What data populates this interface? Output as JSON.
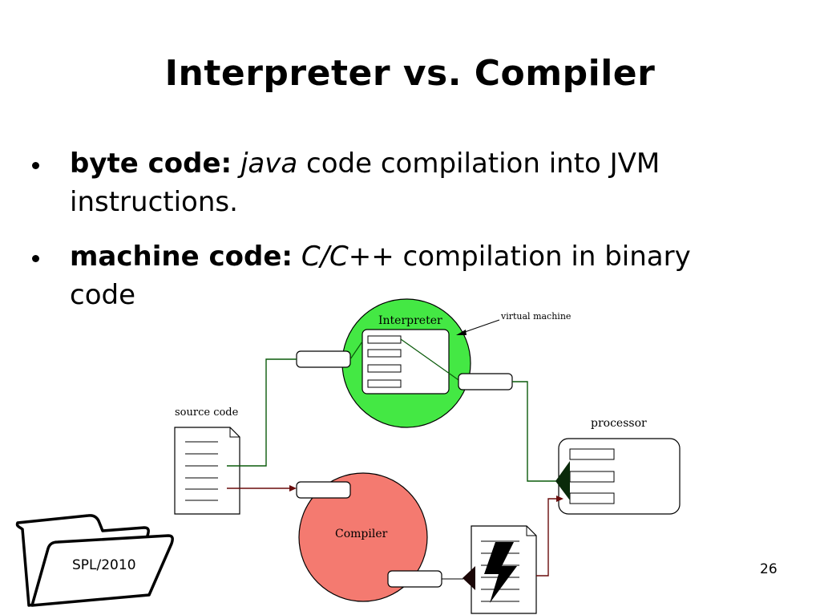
{
  "slide": {
    "title": "Interpreter vs. Compiler",
    "bullets": [
      {
        "term": "byte code:",
        "lang": "java",
        "rest_line1": "code compilation into JVM",
        "rest_line2": "instructions."
      },
      {
        "term": "machine code:",
        "lang": "C/C++",
        "rest_line1": "compilation in binary",
        "rest_line2": "code"
      }
    ],
    "footer": "SPL/2010",
    "page_number": "26"
  },
  "diagram": {
    "interpreter_label": "Interpreter",
    "virtual_machine_label": "virtual machine",
    "source_code_label": "source code",
    "processor_label": "processor",
    "compiler_label": "Compiler",
    "colors": {
      "interpreter_fill": "#44e844",
      "compiler_fill": "#f47a70",
      "vm_wire": "#0a5a0a",
      "native_wire": "#6a0c0c",
      "arrow_head": "#0a2a0a"
    }
  }
}
